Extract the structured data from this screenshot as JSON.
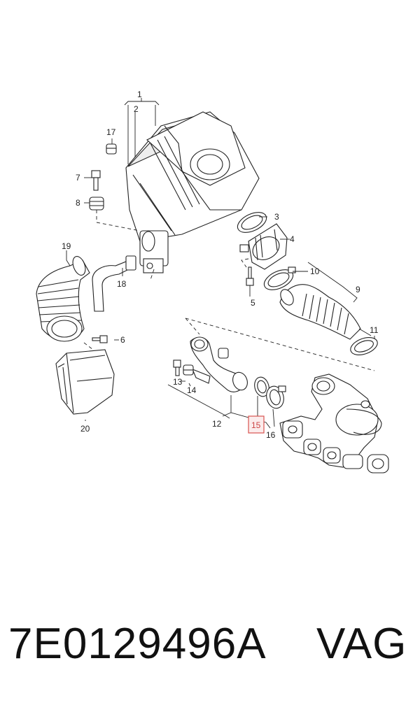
{
  "callouts": {
    "c1": "1",
    "c2": "2",
    "c3": "3",
    "c4": "4",
    "c5": "5",
    "c6": "6",
    "c7": "7",
    "c8": "8",
    "c9": "9",
    "c10": "10",
    "c11": "11",
    "c12": "12",
    "c13": "13",
    "c14": "14",
    "c15": "15",
    "c16": "16",
    "c17": "17",
    "c18": "18",
    "c19": "19",
    "c20": "20"
  },
  "highlight": {
    "callout": "15",
    "color": "#d9534f"
  },
  "footer": {
    "part_number": "7E0129496A",
    "brand": "VAG"
  }
}
